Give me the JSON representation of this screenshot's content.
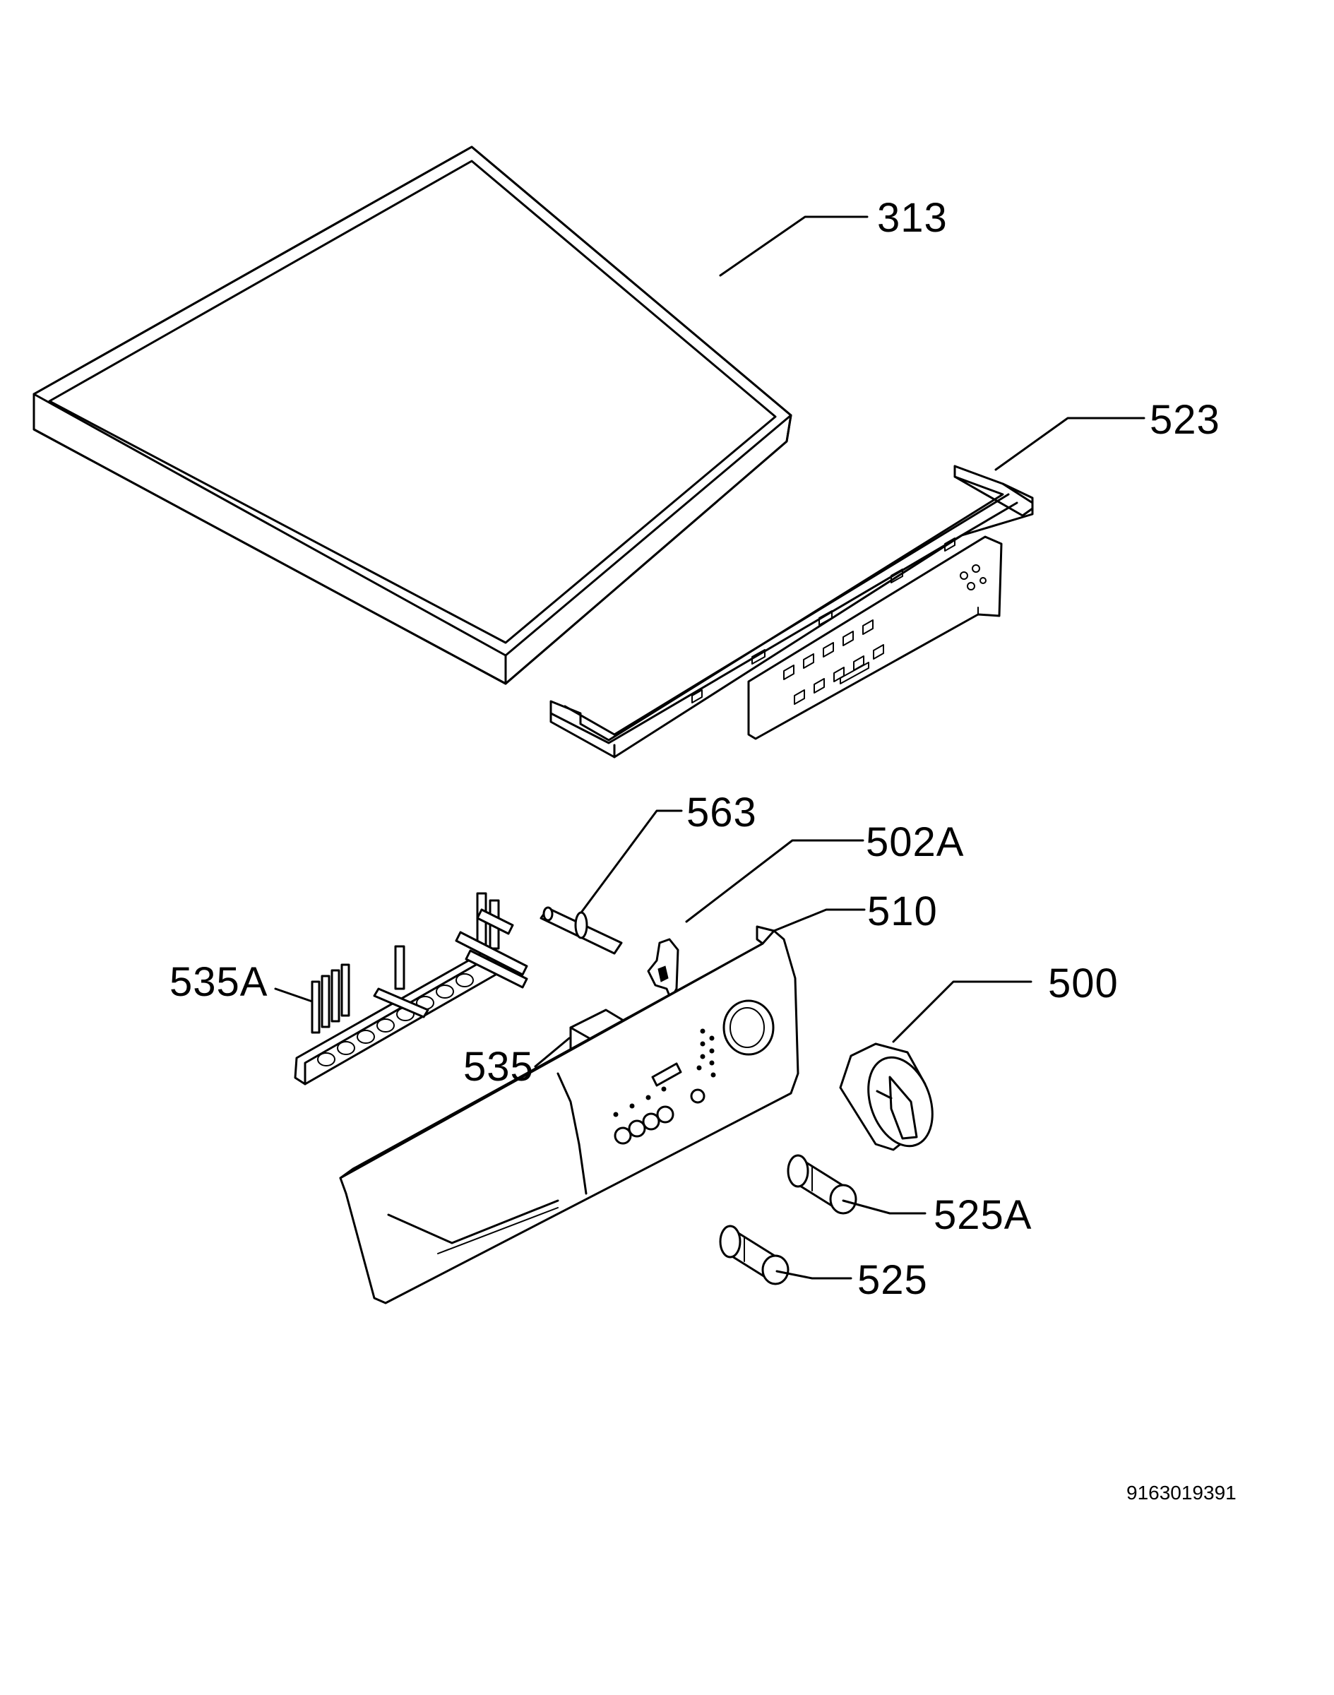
{
  "diagram": {
    "labels": {
      "p313": "313",
      "p523": "523",
      "p563": "563",
      "p502a": "502A",
      "p510": "510",
      "p535a": "535A",
      "p500": "500",
      "p535": "535",
      "p525a": "525A",
      "p525": "525"
    },
    "document_number": "9163019391"
  }
}
